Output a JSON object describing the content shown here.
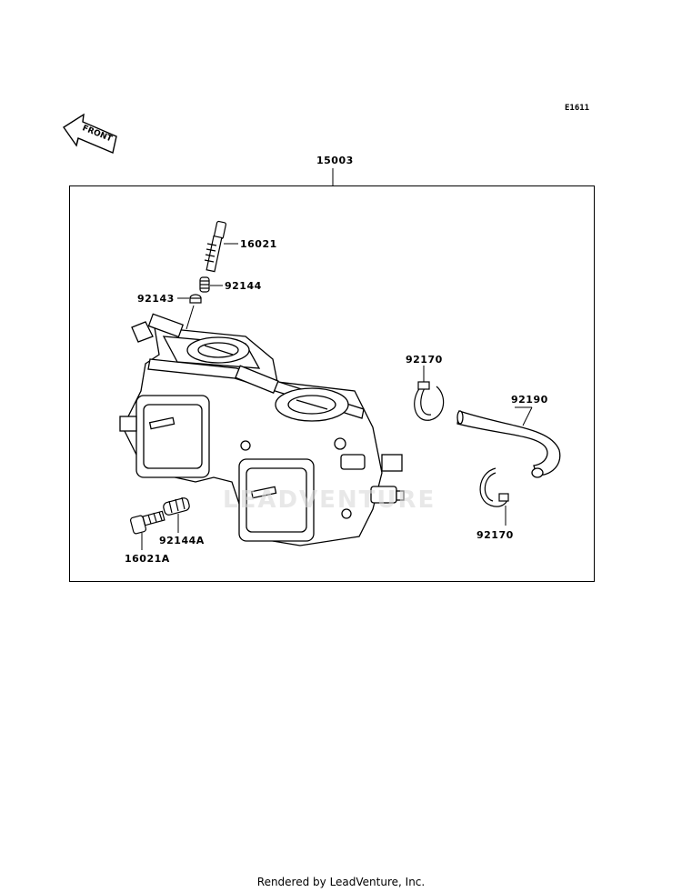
{
  "diagram": {
    "code": "E1611",
    "front_label": "FRONT",
    "assembly_part": "15003",
    "watermark": "LEADVENTURE",
    "parts": [
      {
        "id": "16021"
      },
      {
        "id": "92144"
      },
      {
        "id": "92143"
      },
      {
        "id": "92170"
      },
      {
        "id": "92190"
      },
      {
        "id": "92170"
      },
      {
        "id": "92144A"
      },
      {
        "id": "16021A"
      }
    ]
  },
  "footer": {
    "text": "Rendered by LeadVenture, Inc."
  }
}
